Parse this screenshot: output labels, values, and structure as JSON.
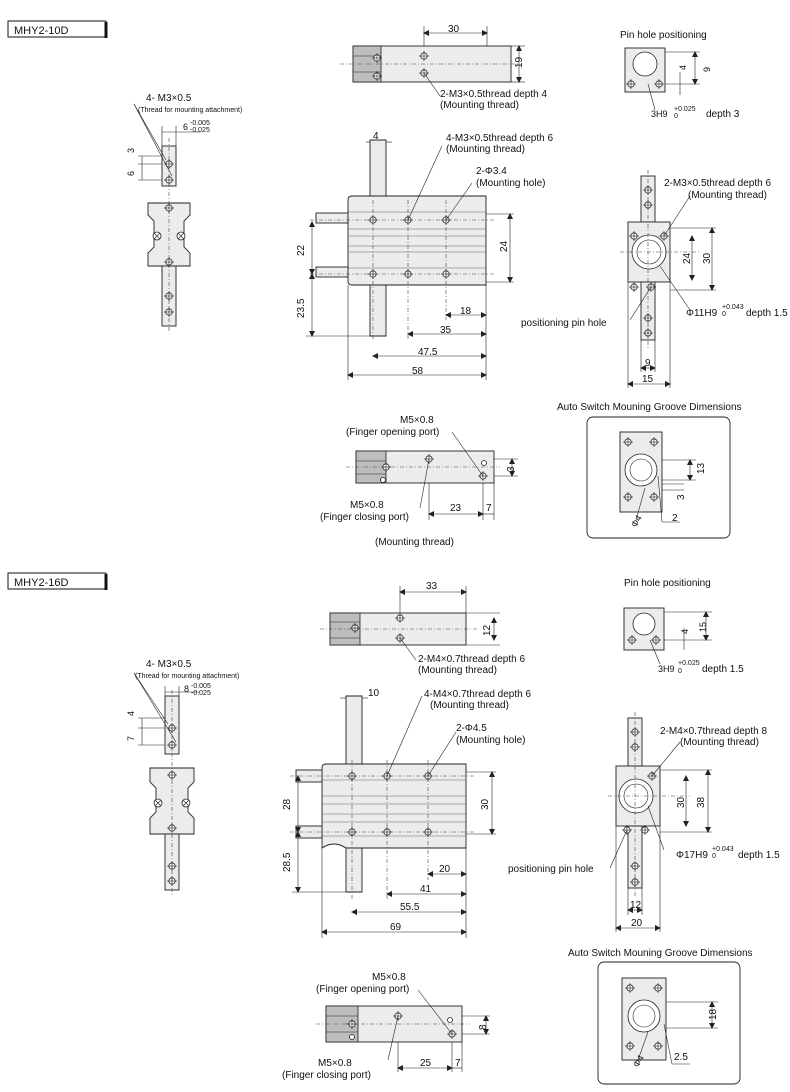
{
  "models": [
    {
      "tag": "MHY2-10D",
      "top": {
        "dim_width": "30",
        "dim_height": "19",
        "note": "2-M3×0.5thread depth 4",
        "note_sub": "(Mounting thread)"
      },
      "left": {
        "note": "4- M3×0.5",
        "note_sub": "(Thread for mounting attachment)",
        "d1": "3",
        "d2": "6",
        "tol_main": "6",
        "tol_up": "-0.005",
        "tol_low": "-0.025"
      },
      "main": {
        "thread_note": "4-M3×0.5thread depth 6",
        "thread_sub": "(Mounting thread)",
        "hole_note": "2-Φ3.4",
        "hole_sub": "(Mounting hole)",
        "d_top": "4",
        "d_h1": "22",
        "d_h2": "23.5",
        "d_right": "24",
        "d_18": "18",
        "d_35": "35",
        "d_47": "47.5",
        "d_58": "58"
      },
      "pin": {
        "title": "Pin hole positioning",
        "d_v": "9",
        "d_h": "4",
        "label_main": "3H9",
        "label_up": "+0.025",
        "label_low": "0",
        "label_tail": "depth 3"
      },
      "side": {
        "thread_note": "2-M3×0.5thread depth 6",
        "thread_sub": "(Mounting thread)",
        "d_24": "24",
        "d_30": "30",
        "d_9": "9",
        "d_15": "15",
        "pin_label": "positioning pin hole",
        "bore_main": "Φ11H9",
        "bore_up": "+0.043",
        "bore_low": "0",
        "bore_tail": "depth 1.5"
      },
      "bottom": {
        "open_note": "M5×0.8",
        "open_sub": "(Finger opening port)",
        "close_note": "M5×0.8",
        "close_sub": "(Finger closing port)",
        "d_3": "3",
        "d_23": "23",
        "d_7": "7",
        "caption": "(Mounting thread)"
      },
      "groove": {
        "title": "Auto Switch Mouning Groove Dimensions",
        "d_13": "13",
        "d_3": "3",
        "d_2": "2",
        "d_4": "Φ4"
      }
    },
    {
      "tag": "MHY2-16D",
      "top": {
        "dim_width": "33",
        "dim_height": "12",
        "note": "2-M4×0.7thread depth 6",
        "note_sub": "(Mounting thread)"
      },
      "left": {
        "note": "4- M3×0.5",
        "note_sub": "(Thread for mounting attachment)",
        "d1": "4",
        "d2": "7",
        "tol_main": "8",
        "tol_up": "-0.005",
        "tol_low": "-0.025"
      },
      "main": {
        "thread_note": "4-M4×0.7thread depth 6",
        "thread_sub": "(Mounting thread)",
        "hole_note": "2-Φ4.5",
        "hole_sub": "(Mounting hole)",
        "d_top": "10",
        "d_h1": "28",
        "d_h2": "28.5",
        "d_right": "30",
        "d_18": "20",
        "d_35": "41",
        "d_47": "55.5",
        "d_58": "69"
      },
      "pin": {
        "title": "Pin hole positioning",
        "d_v": "15",
        "d_h": "4",
        "label_main": "3H9",
        "label_up": "+0.025",
        "label_low": "0",
        "label_tail": "depth 1.5"
      },
      "side": {
        "thread_note": "2-M4×0.7thread depth 8",
        "thread_sub": "(Mounting thread)",
        "d_24": "30",
        "d_30": "38",
        "d_9": "12",
        "d_15": "20",
        "pin_label": "positioning pin hole",
        "bore_main": "Φ17H9",
        "bore_up": "+0.043",
        "bore_low": "0",
        "bore_tail": "depth 1.5"
      },
      "bottom": {
        "open_note": "M5×0.8",
        "open_sub": "(Finger opening port)",
        "close_note": "M5×0.8",
        "close_sub": "(Finger closing port)",
        "d_3": "8",
        "d_23": "25",
        "d_7": "7",
        "caption": ""
      },
      "groove": {
        "title": "Auto Switch Mouning Groove Dimensions",
        "d_13": "18",
        "d_3": "2.5",
        "d_2": "",
        "d_4": "Φ4"
      }
    }
  ]
}
